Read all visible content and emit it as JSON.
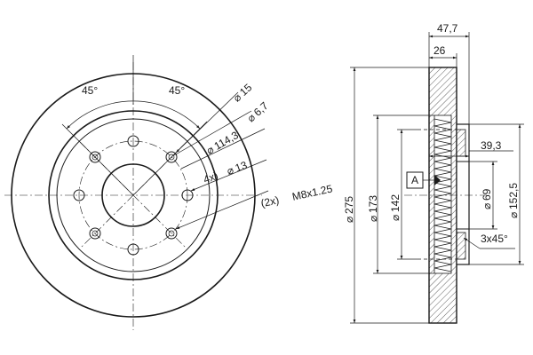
{
  "front_view": {
    "angle_left": "45°",
    "angle_right": "45°",
    "hole_dia_15": "15",
    "hole_dia_6_7": "6,7",
    "pcd": "114,3",
    "stud_holes": "4x)",
    "stud_hole_dia": "13",
    "thread_holes": "(2x)",
    "thread_spec": "M8x1.25"
  },
  "side_view": {
    "total_height": "47,7",
    "disc_thickness": "26",
    "outer_dia": "275",
    "dia_173": "173",
    "dia_142": "142",
    "datum": "A",
    "hub_height": "39,3",
    "bore": "69",
    "hat_dia": "152,5",
    "chamfer": "3x45°"
  },
  "symbols": {
    "diameter": "⌀"
  }
}
